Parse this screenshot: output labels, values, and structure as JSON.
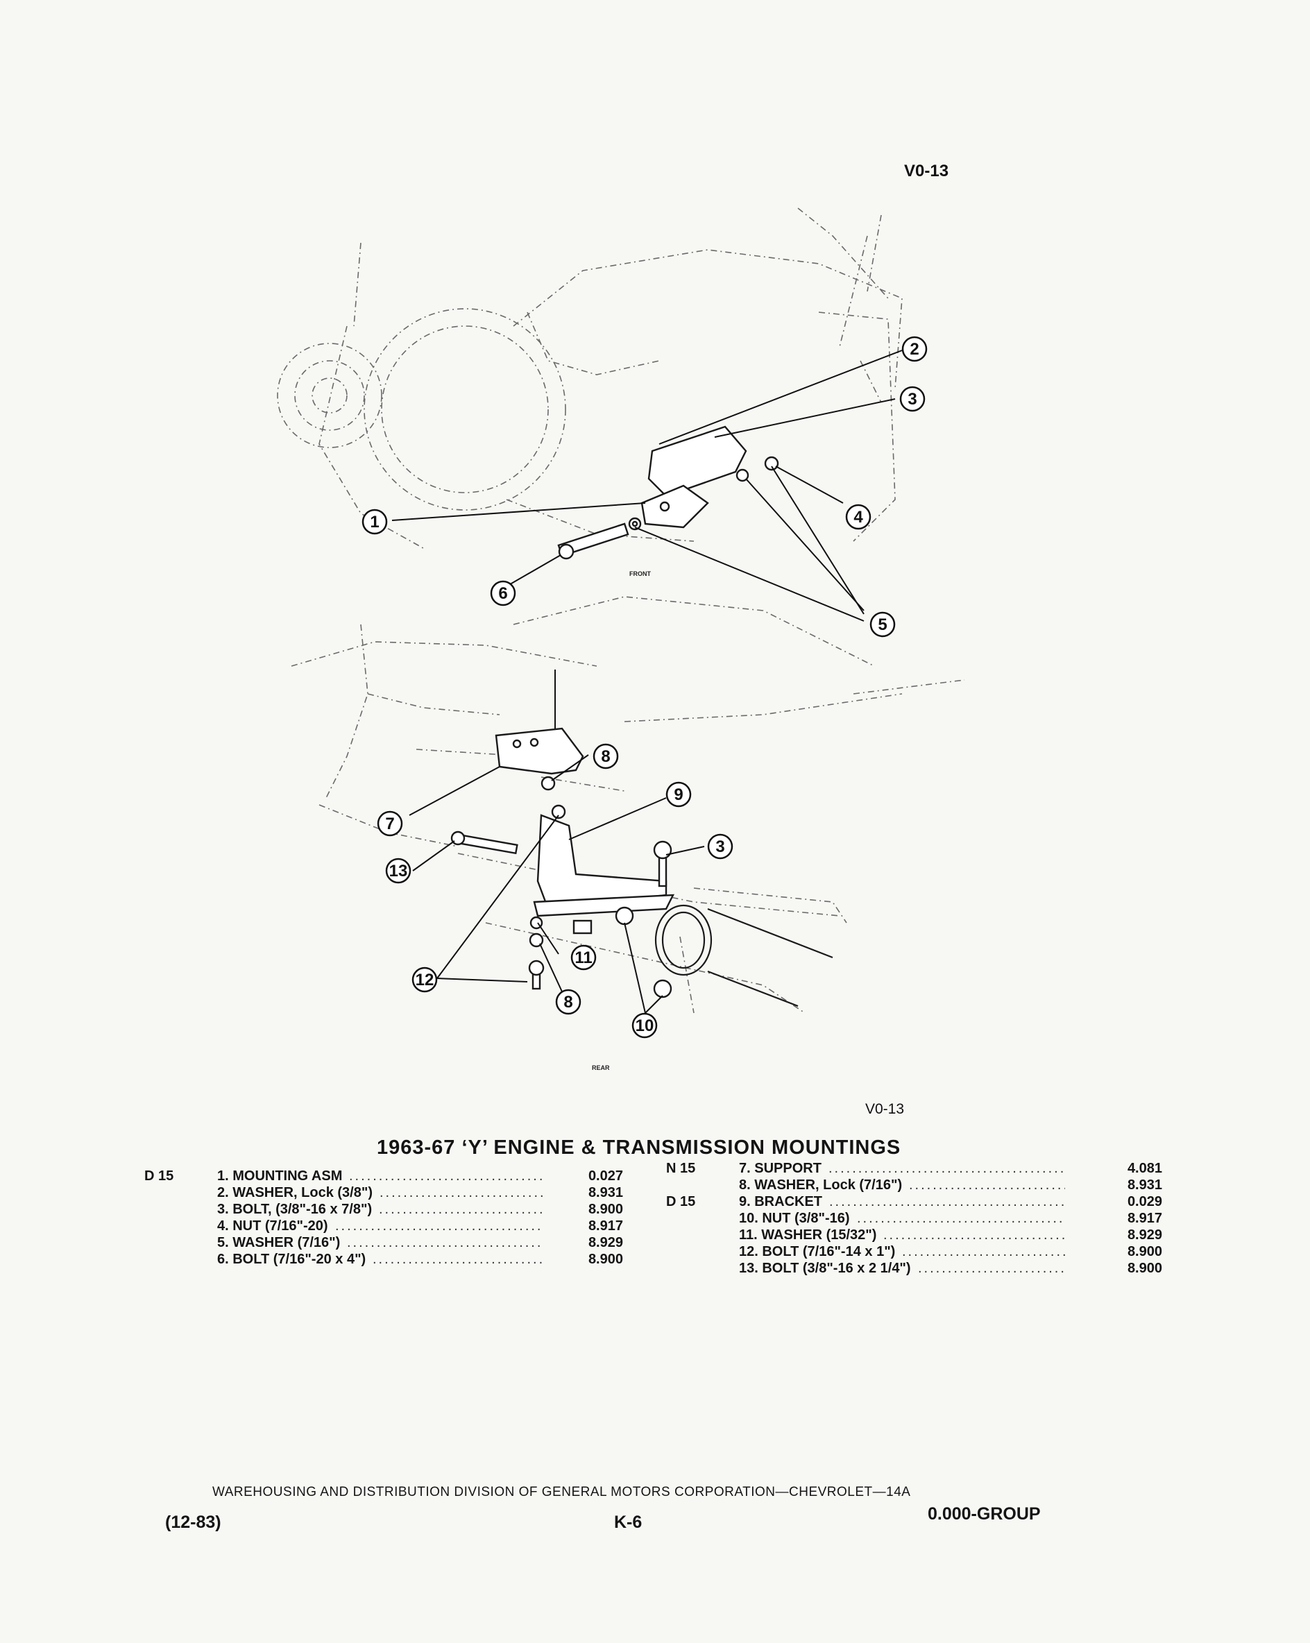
{
  "figure": {
    "code_top": "V0-13",
    "code_bottom": "V0-13",
    "label_front": "FRONT",
    "label_rear": "REAR",
    "callouts": [
      "1",
      "2",
      "3",
      "4",
      "5",
      "5",
      "6",
      "7",
      "8",
      "9",
      "3",
      "13",
      "12",
      "11",
      "8",
      "10"
    ]
  },
  "title": "1963-67 ‘Y’ ENGINE & TRANSMISSION MOUNTINGS",
  "parts_left": [
    {
      "code": "D 15",
      "desc": "1. MOUNTING ASM",
      "group": "0.027"
    },
    {
      "code": "",
      "desc": "2. WASHER, Lock (3/8\")",
      "group": "8.931"
    },
    {
      "code": "",
      "desc": "3. BOLT, (3/8\"-16 x 7/8\")",
      "group": "8.900"
    },
    {
      "code": "",
      "desc": "4. NUT (7/16\"-20)",
      "group": "8.917"
    },
    {
      "code": "",
      "desc": "5. WASHER (7/16\")",
      "group": "8.929"
    },
    {
      "code": "",
      "desc": "6. BOLT (7/16\"-20 x 4\")",
      "group": "8.900"
    }
  ],
  "parts_right": [
    {
      "code": "N 15",
      "desc": "7. SUPPORT",
      "group": "4.081"
    },
    {
      "code": "",
      "desc": "8. WASHER, Lock (7/16\")",
      "group": "8.931"
    },
    {
      "code": "D 15",
      "desc": "9. BRACKET",
      "group": "0.029"
    },
    {
      "code": "",
      "desc": "10. NUT (3/8\"-16)",
      "group": "8.917"
    },
    {
      "code": "",
      "desc": "11. WASHER (15/32\")",
      "group": "8.929"
    },
    {
      "code": "",
      "desc": "12. BOLT (7/16\"-14 x 1\")",
      "group": "8.900"
    },
    {
      "code": "",
      "desc": "13. BOLT (3/8\"-16 x 2 1/4\")",
      "group": "8.900"
    }
  ],
  "footer": {
    "division": "WAREHOUSING AND DISTRIBUTION DIVISION OF GENERAL MOTORS CORPORATION—CHEVROLET—14A",
    "date": "(12-83)",
    "page": "K-6",
    "group": "0.000-GROUP"
  }
}
